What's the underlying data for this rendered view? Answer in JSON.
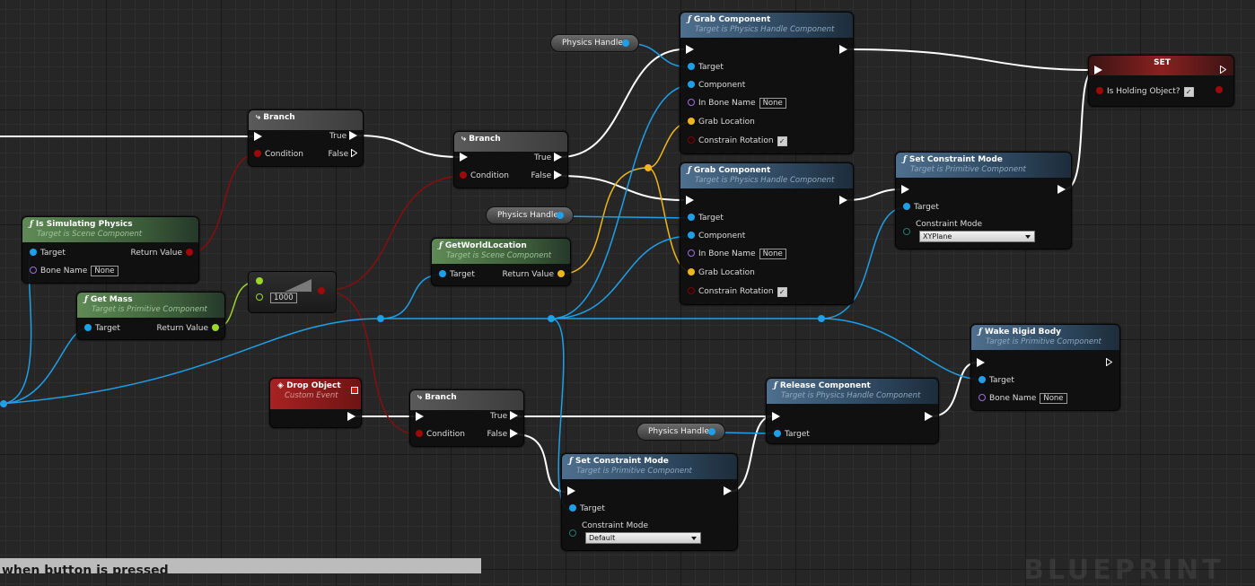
{
  "nodes": {
    "branch1": {
      "title": "Branch",
      "true_label": "True",
      "false_label": "False",
      "condition_label": "Condition"
    },
    "branch2": {
      "title": "Branch",
      "true_label": "True",
      "false_label": "False",
      "condition_label": "Condition"
    },
    "branch3": {
      "title": "Branch",
      "true_label": "True",
      "false_label": "False",
      "condition_label": "Condition"
    },
    "is_simulating_physics": {
      "title": "Is Simulating Physics",
      "subtitle": "Target is Scene Component",
      "target_label": "Target",
      "return_label": "Return Value",
      "bone_label": "Bone Name",
      "bone_value": "None"
    },
    "get_mass": {
      "title": "Get Mass",
      "subtitle": "Target is Primitive Component",
      "target_label": "Target",
      "return_label": "Return Value"
    },
    "multiply": {
      "value": "1000"
    },
    "get_world_location": {
      "title": "GetWorldLocation",
      "subtitle": "Target is Scene Component",
      "target_label": "Target",
      "return_label": "Return Value"
    },
    "grab_component_1": {
      "title": "Grab Component",
      "subtitle": "Target is Physics Handle Component",
      "target_label": "Target",
      "component_label": "Component",
      "bone_label": "In Bone Name",
      "bone_value": "None",
      "grab_location_label": "Grab Location",
      "constrain_label": "Constrain Rotation"
    },
    "grab_component_2": {
      "title": "Grab Component",
      "subtitle": "Target is Physics Handle Component",
      "target_label": "Target",
      "component_label": "Component",
      "bone_label": "In Bone Name",
      "bone_value": "None",
      "grab_location_label": "Grab Location",
      "constrain_label": "Constrain Rotation"
    },
    "set_constraint_mode_1": {
      "title": "Set Constraint Mode",
      "subtitle": "Target is Primitive Component",
      "target_label": "Target",
      "mode_label": "Constraint Mode",
      "mode_value": "XYPlane"
    },
    "set_constraint_mode_2": {
      "title": "Set Constraint Mode",
      "subtitle": "Target is Primitive Component",
      "target_label": "Target",
      "mode_label": "Constraint Mode",
      "mode_value": "Default"
    },
    "set_var": {
      "title": "SET",
      "var_label": "Is Holding Object?"
    },
    "wake_rigid_body": {
      "title": "Wake Rigid Body",
      "subtitle": "Target is Primitive Component",
      "target_label": "Target",
      "bone_label": "Bone Name",
      "bone_value": "None"
    },
    "release_component": {
      "title": "Release Component",
      "subtitle": "Target is Physics Handle Component",
      "target_label": "Target"
    },
    "drop_object": {
      "title": "Drop Object",
      "subtitle": "Custom Event"
    },
    "physics_handle_1": {
      "label": "Physics Handle"
    },
    "physics_handle_2": {
      "label": "Physics Handle"
    },
    "physics_handle_3": {
      "label": "Physics Handle"
    }
  },
  "comment_banner": "when button is pressed",
  "watermark": "BLUEPRINT",
  "pin_colors": {
    "exec": "#ffffff",
    "object": "#1da0e8",
    "bool": "#9e0a0a",
    "float": "#9bd628",
    "vector": "#f0b619",
    "name": "#9d6ee0",
    "enum": "#1f7a6e"
  }
}
